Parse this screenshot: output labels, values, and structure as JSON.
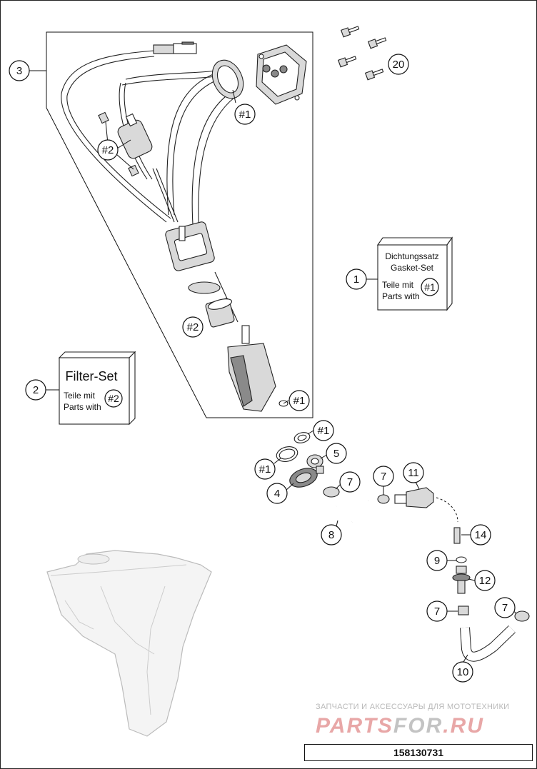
{
  "callouts": {
    "c3": "3",
    "c20": "20",
    "c1h_a": "#1",
    "c2h_a": "#2",
    "c2h_b": "#2",
    "c1h_b": "#1",
    "c1": "1",
    "c2": "2",
    "c1h_c": "#1",
    "c1h_d": "#1",
    "c5": "5",
    "c4": "4",
    "c7a": "7",
    "c7b": "7",
    "c11": "11",
    "c8": "8",
    "c14": "14",
    "c9": "9",
    "c12": "12",
    "c7c": "7",
    "c7d": "7",
    "c10": "10"
  },
  "gasket_set_box": {
    "line1": "Dichtungssatz",
    "line2": "Gasket-Set",
    "line3": "Teile mit",
    "line4": "Parts with",
    "ref": "#1"
  },
  "filter_set_box": {
    "title": "Filter-Set",
    "line1": "Teile mit",
    "line2": "Parts with",
    "ref": "#2"
  },
  "watermark": {
    "line1": "ЗАПЧАСТИ И АКСЕССУАРЫ ДЛЯ МОТОТЕХНИКИ",
    "logo_part1": "PARTS",
    "logo_part2": "FOR",
    "logo_part3": ".RU"
  },
  "doc_number": "158130731"
}
